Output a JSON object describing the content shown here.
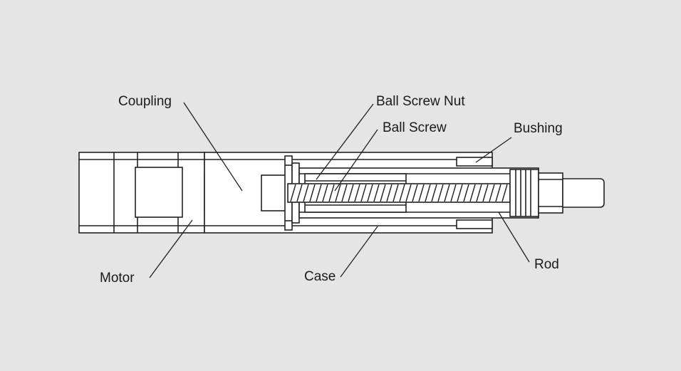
{
  "labels": {
    "coupling": "Coupling",
    "ball_screw_nut": "Ball Screw Nut",
    "ball_screw": "Ball Screw",
    "bushing": "Bushing",
    "motor": "Motor",
    "case": "Case",
    "rod": "Rod"
  },
  "colors": {
    "background": "#e5e5e5",
    "stroke": "#222222",
    "fill": "#ffffff"
  }
}
